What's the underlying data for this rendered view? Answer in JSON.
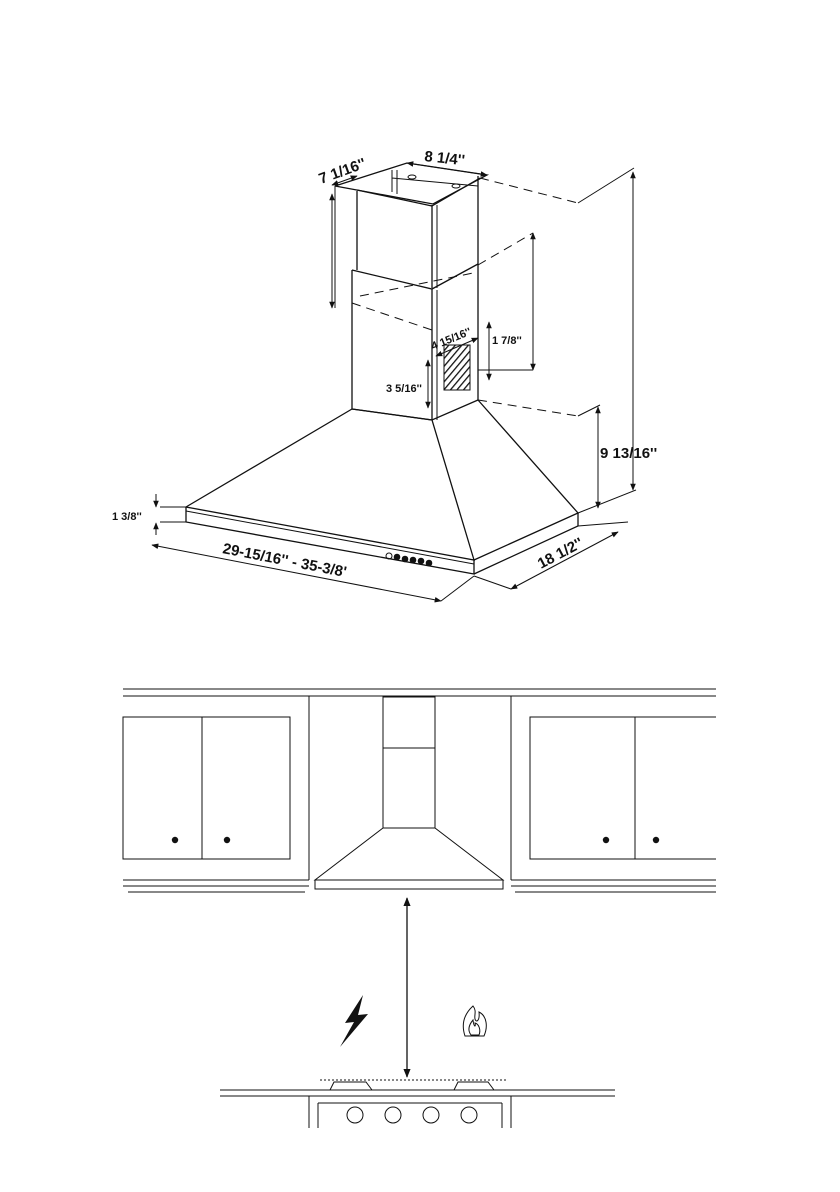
{
  "dimensions": {
    "chimney_depth": "7 1/16''",
    "chimney_width": "8 1/4''",
    "outlet_width": "4 15/16''",
    "outlet_height": "1 7/8''",
    "outlet_offset": "3 5/16''",
    "hood_height": "9 13/16''",
    "edge_height": "1 3/8''",
    "hood_width": "29-15/16'' - 35-3/8'",
    "hood_depth": "18 1/2''"
  },
  "icons": {
    "electric": "lightning-bolt-icon",
    "gas": "gas-flame-icon"
  },
  "colors": {
    "line": "#111111",
    "background": "#ffffff"
  }
}
